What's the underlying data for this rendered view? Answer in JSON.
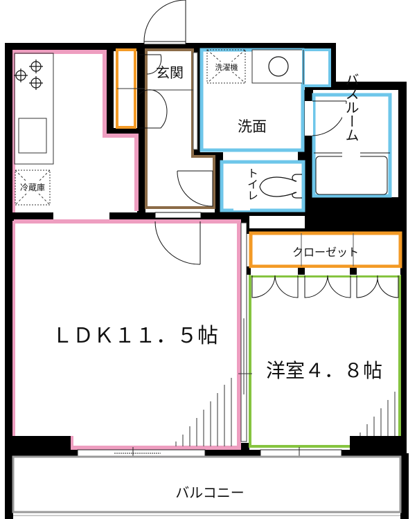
{
  "floorplan": {
    "rooms": {
      "ldk": {
        "label": "ＬＤＫ１１．５帖",
        "type": "LDK",
        "size_jo": "11.5"
      },
      "western_room": {
        "label": "洋室４．８帖",
        "type": "洋室",
        "size_jo": "4.8"
      },
      "closet": {
        "label": "クローゼット"
      },
      "entrance": {
        "label": "玄関"
      },
      "washroom": {
        "label": "洗面"
      },
      "washing_machine": {
        "label": "洗濯機"
      },
      "toilet": {
        "label": "トイレ"
      },
      "bathroom": {
        "label": "バスルーム"
      },
      "refrigerator": {
        "label": "冷蔵庫"
      },
      "balcony": {
        "label": "バルコニー"
      }
    },
    "colors": {
      "wall": "#000000",
      "ldk_outline": "#ee9ec0",
      "western_outline": "#86c440",
      "closet_outline": "#f39a26",
      "wet_area_outline": "#6ec6ea",
      "hall_outline": "#8b6b47",
      "balcony_rail": "#999999"
    }
  }
}
